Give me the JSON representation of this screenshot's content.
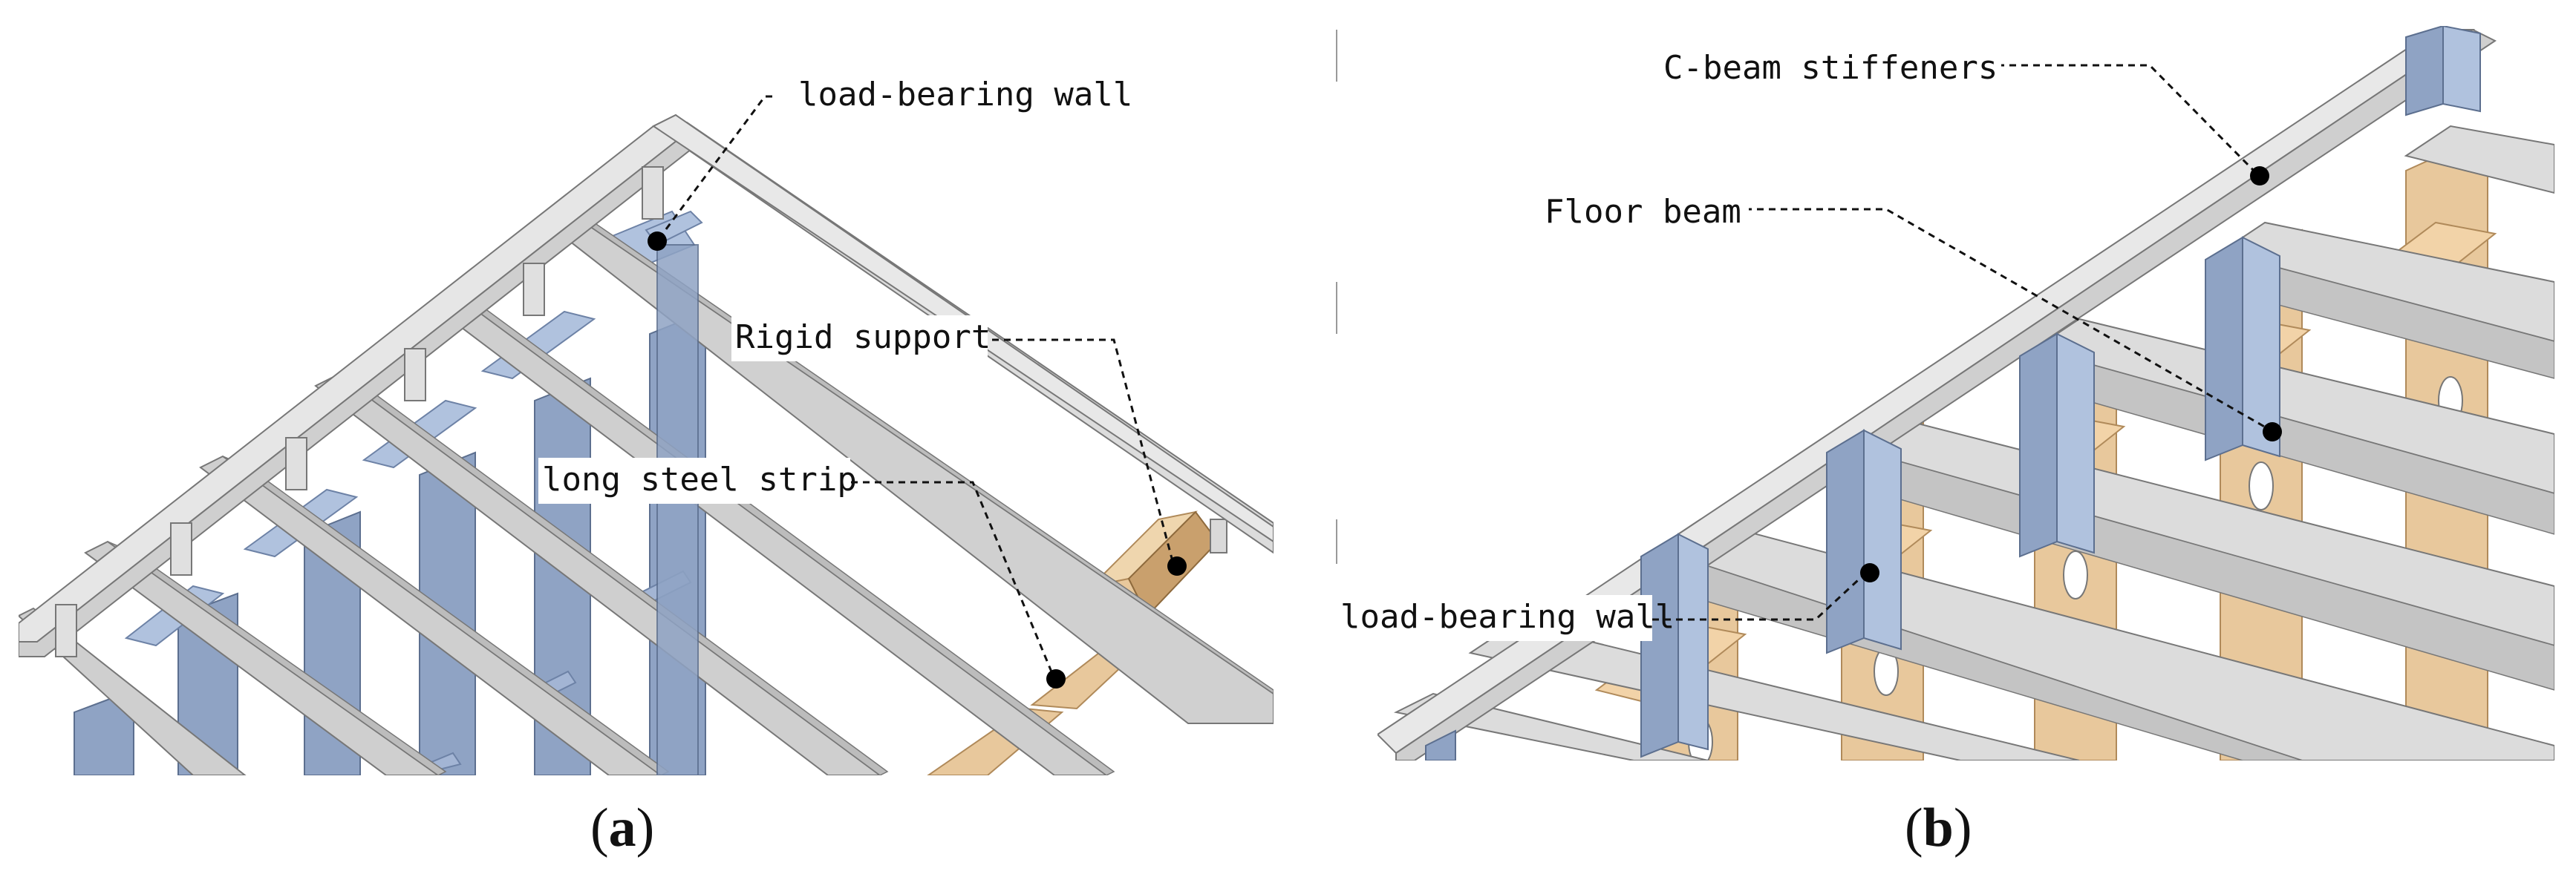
{
  "panels": [
    {
      "id": "a",
      "caption": "(a)",
      "caption_letter": "a",
      "labels": {
        "load_bearing_wall": "load-bearing wall",
        "rigid_support": "Rigid support",
        "long_steel_strip": "long steel strip"
      }
    },
    {
      "id": "b",
      "caption": "(b)",
      "caption_letter": "b",
      "labels": {
        "c_beam_stiffeners": "C-beam stiffeners",
        "floor_beam": "Floor beam",
        "load_bearing_wall": "load-bearing wall"
      }
    }
  ],
  "colors": {
    "beam_light": "#dcdcdc",
    "beam_mid": "#c8c8c8",
    "beam_dark": "#b4b4b4",
    "steel_blue": "#8fa3c4",
    "steel_blue_light": "#b0c2de",
    "wood": "#e8c89c",
    "wood_dark": "#d2a878"
  }
}
